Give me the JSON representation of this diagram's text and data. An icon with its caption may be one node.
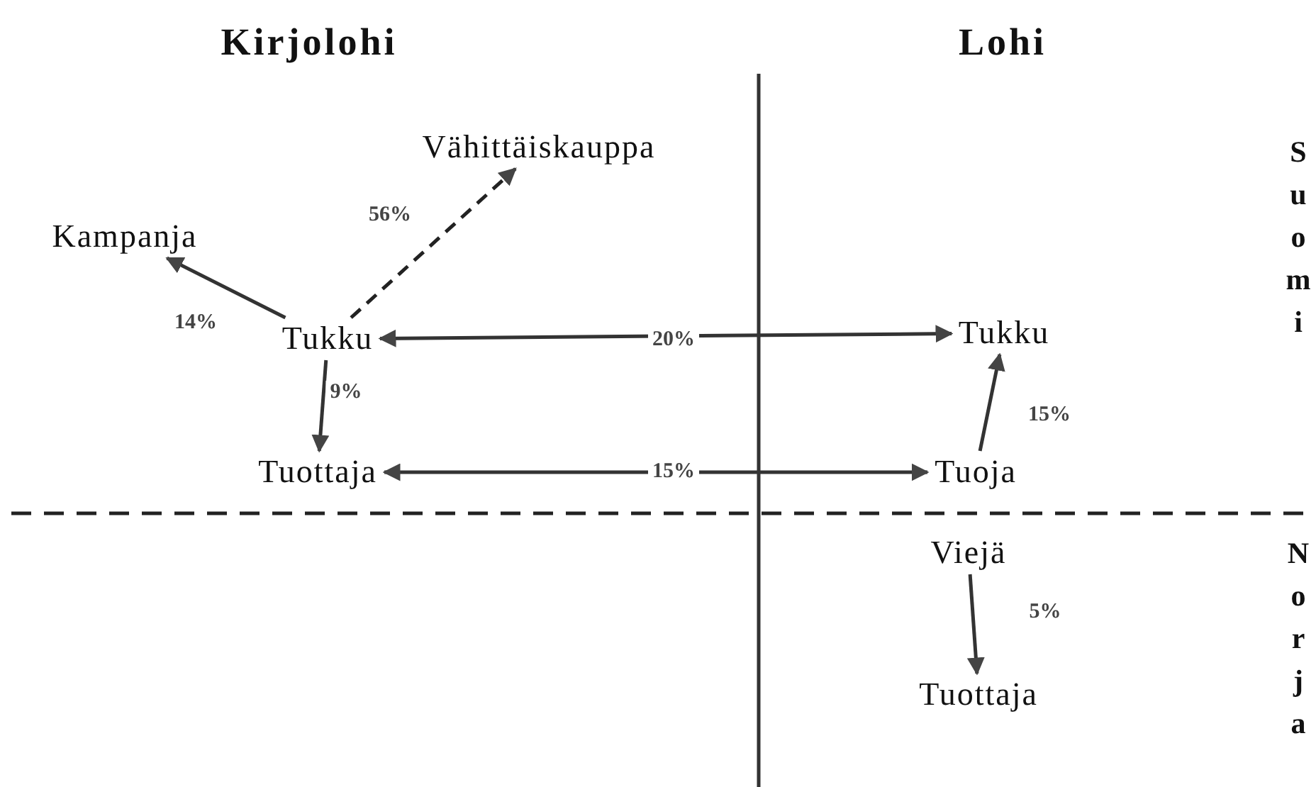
{
  "diagram": {
    "nodes": [
      {
        "text": [
          "Vähittäiskauppa"
        ]
      },
      {
        "text": [
          "Kampanja"
        ]
      },
      {
        "text": [
          "Tukku"
        ]
      },
      {
        "text": [
          "Tuottaja"
        ]
      },
      {
        "text": [
          "Tukku"
        ]
      },
      {
        "text": [
          "Tuoja"
        ]
      },
      {
        "text": [
          "Viejä"
        ]
      },
      {
        "text": [
          "Tuottaja"
        ]
      }
    ],
    "edges": [
      {
        "from": 2,
        "to": 0,
        "arrow": "to",
        "label": "56%",
        "style": "dashed"
      },
      {
        "from": 2,
        "to": 1,
        "arrow": "to",
        "label": "14%"
      },
      {
        "from": 2,
        "to": 3,
        "arrow": "to",
        "label": "9%"
      },
      {
        "from": 2,
        "to": 4,
        "arrow": "both",
        "label": "20%"
      },
      {
        "from": 3,
        "to": 5,
        "arrow": "both",
        "label": "15%"
      },
      {
        "from": 5,
        "to": 4,
        "arrow": "to",
        "label": "15%"
      },
      {
        "from": 6,
        "to": 7,
        "arrow": "to",
        "label": "5%"
      }
    ],
    "labels": [
      "Kirjolohi",
      "Lohi",
      "Suomi",
      "Norja"
    ]
  }
}
